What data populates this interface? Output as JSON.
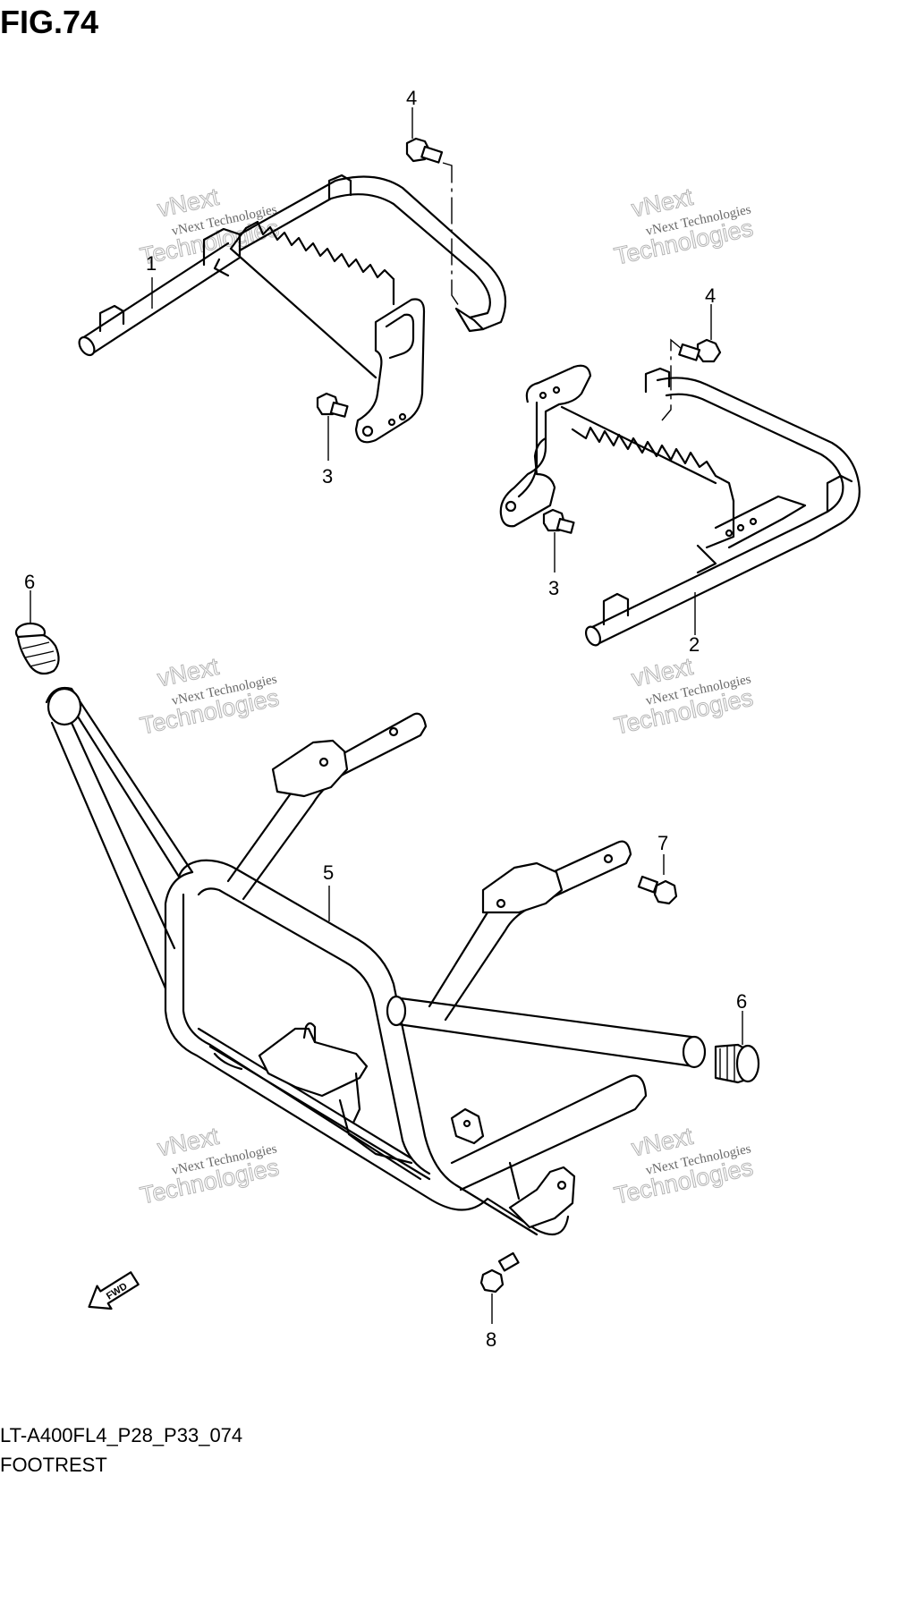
{
  "figure": {
    "title": "FIG.74"
  },
  "caption": {
    "code": "LT-A400FL4_P28_P33_074",
    "name": "FOOTREST"
  },
  "callouts": [
    {
      "id": "c1",
      "label": "1"
    },
    {
      "id": "c2",
      "label": "2"
    },
    {
      "id": "c3a",
      "label": "3"
    },
    {
      "id": "c3b",
      "label": "3"
    },
    {
      "id": "c4a",
      "label": "4"
    },
    {
      "id": "c4b",
      "label": "4"
    },
    {
      "id": "c5",
      "label": "5"
    },
    {
      "id": "c6a",
      "label": "6"
    },
    {
      "id": "c6b",
      "label": "6"
    },
    {
      "id": "c7",
      "label": "7"
    },
    {
      "id": "c8",
      "label": "8"
    }
  ],
  "watermark": {
    "line1": "vNext Technologies",
    "line2": "vNext",
    "line3": "Technologies"
  },
  "fwd_label": "FWD"
}
